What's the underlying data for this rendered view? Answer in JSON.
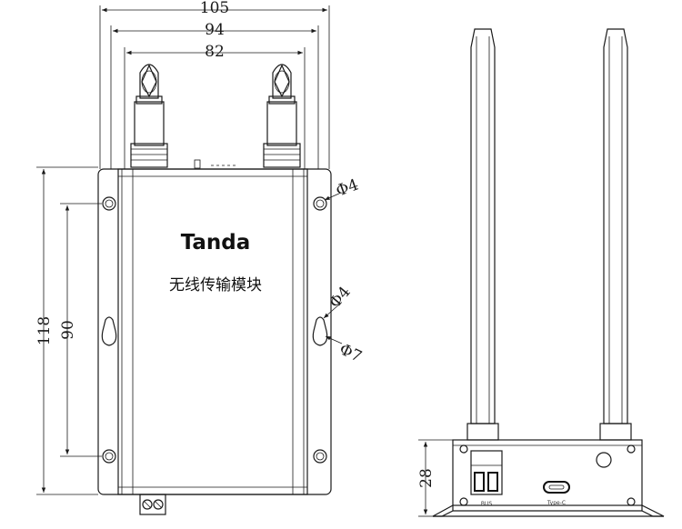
{
  "dimensions": {
    "overall_width": "105",
    "antenna_span": "94",
    "antenna_inner": "82",
    "height_total": "118",
    "hole_spacing": "90",
    "hole_diameter_top": "Φ4",
    "hole_diameter_mid": "Φ4",
    "slot_diameter": "Φ7",
    "side_height": "28"
  },
  "front_view": {
    "brand": "Tanda",
    "product_name": "无线传输模块"
  },
  "side_view": {
    "bus_label": "BUS",
    "usb_label": "Type-C"
  }
}
